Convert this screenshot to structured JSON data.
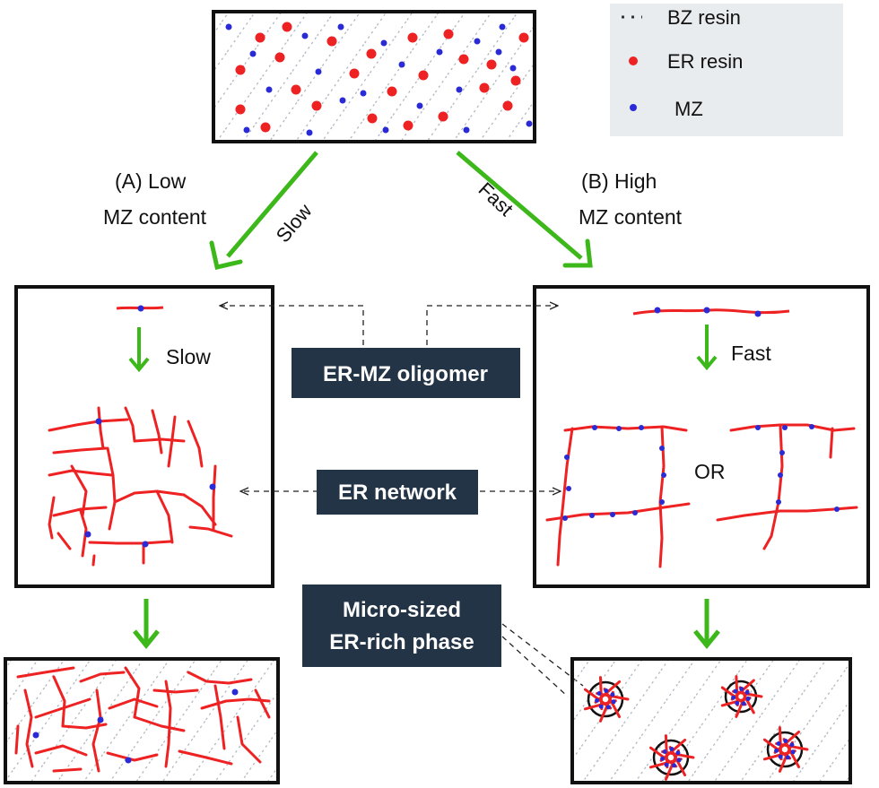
{
  "legend": {
    "items": [
      {
        "marker": "dashes",
        "label": "BZ resin",
        "color": "#333333"
      },
      {
        "marker": "dot",
        "label": "ER resin",
        "color": "#ee2222"
      },
      {
        "marker": "dot",
        "label": "MZ",
        "color": "#2a2ad6"
      }
    ]
  },
  "branches": {
    "left": {
      "line1": "(A) Low",
      "line2": "MZ content",
      "arrow": "Slow",
      "inner_arrow": "Slow"
    },
    "right": {
      "line1": "(B) High",
      "line2": "MZ content",
      "arrow": "Fast",
      "inner_arrow": "Fast"
    }
  },
  "callouts": {
    "oligomer": "ER-MZ oligomer",
    "network": "ER network",
    "phase_line1": "Micro-sized",
    "phase_line2": "ER-rich phase"
  },
  "or_label": "OR",
  "colors": {
    "er": "#ee2222",
    "mz": "#2a2ad6",
    "arrow": "#3db81a",
    "callout_bg": "#243447",
    "bz_dots": "#aab2bc",
    "legend_bg": "#e9ecef"
  }
}
